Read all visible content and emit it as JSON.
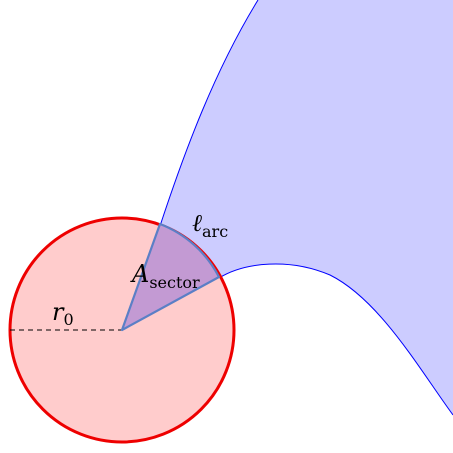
{
  "labels": {
    "radius": {
      "symbol": "r",
      "subscript": "0"
    },
    "arc": {
      "symbol": "ℓ",
      "subscript": "arc"
    },
    "sector": {
      "symbol": "A",
      "subscript": "sector"
    }
  },
  "colors": {
    "band_fill": "#ccccff",
    "band_stroke": "#0000ff",
    "circle_fill": "#ffcccc",
    "circle_stroke": "#ee0000",
    "sector_fill": "#c39ad3",
    "sector_stroke": "#5b7fc6",
    "dashed_line": "#000000"
  }
}
